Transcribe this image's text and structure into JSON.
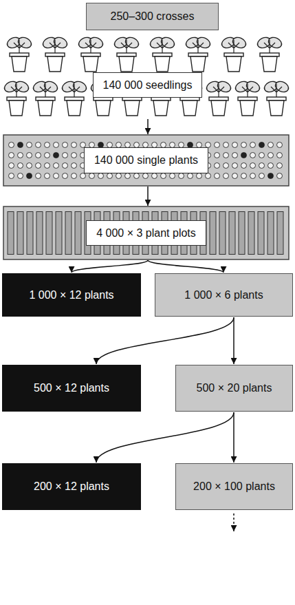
{
  "diagram": {
    "nodes": [
      {
        "text": [
          "250–300 crosses"
        ]
      },
      {
        "text": [
          "140 000 seedlings"
        ]
      },
      {
        "text": [
          "140 000 single plants"
        ]
      },
      {
        "text": [
          "4 000 × 3 plant plots"
        ]
      },
      {
        "text": [
          "1 000 × 12 plants"
        ]
      },
      {
        "text": [
          "1 000 × 6 plants"
        ]
      },
      {
        "text": [
          "500 × 12 plants"
        ]
      },
      {
        "text": [
          "500 × 20 plants"
        ]
      },
      {
        "text": [
          "200 × 12 plants"
        ]
      },
      {
        "text": [
          "200 × 100 plants"
        ]
      }
    ],
    "edges": [
      {
        "from": 1,
        "to": 2,
        "arrow": "to"
      },
      {
        "from": 2,
        "to": 3,
        "arrow": "to"
      },
      {
        "from": 3,
        "to": 4,
        "arrow": "to"
      },
      {
        "from": 3,
        "to": 5,
        "arrow": "to"
      },
      {
        "from": 5,
        "to": 6,
        "arrow": "to"
      },
      {
        "from": 5,
        "to": 7,
        "arrow": "to"
      },
      {
        "from": 7,
        "to": 8,
        "arrow": "to"
      },
      {
        "from": 7,
        "to": 9,
        "arrow": "to"
      }
    ]
  }
}
